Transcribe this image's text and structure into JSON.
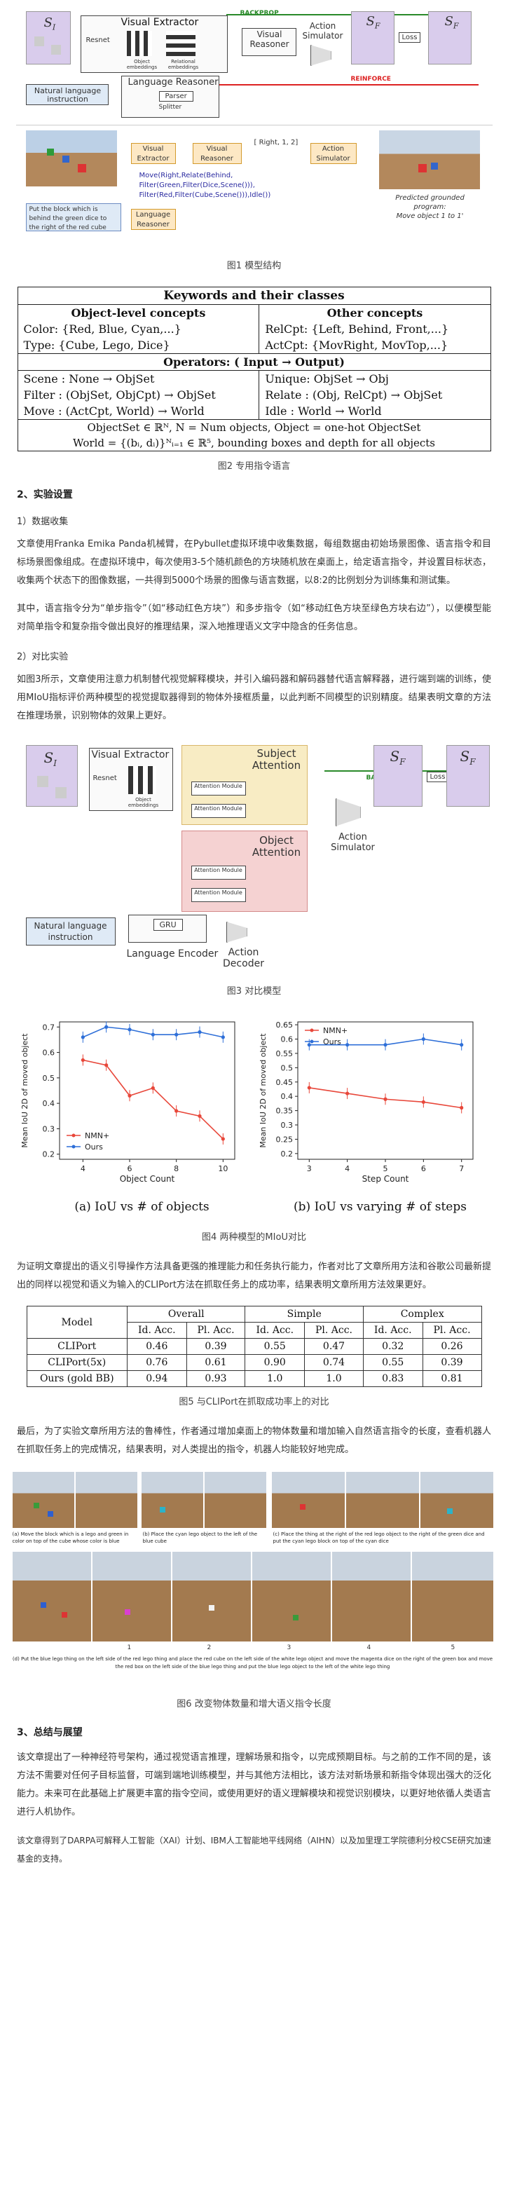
{
  "fig1": {
    "s_i": "S",
    "s_i_sub": "I",
    "visual_extractor": "Visual Extractor",
    "resnet": "Resnet",
    "object_embeddings": "Object embeddings",
    "relational_embeddings": "Relational embeddings",
    "backprop": "BACKPROP",
    "visual_reasoner": "Visual Reasoner",
    "action_simulator": "Action Simulator",
    "loss": "Loss",
    "reinforce": "REINFORCE",
    "natural_language_instruction": "Natural language instruction",
    "language_reasoner": "Language Reasoner",
    "parser": "Parser",
    "splitter": "Splitter",
    "s_f_hat": "S",
    "s_f_hat_sub": "F",
    "s_f": "S",
    "s_f_sub": "F",
    "bot_visual_extractor": "Visual Extractor",
    "bot_visual_reasoner": "Visual Reasoner",
    "bot_action_simulator": "Action Simulator",
    "bot_language_reasoner": "Language Reasoner",
    "right_label": "[ Right, 1, 2]",
    "program_line1": "Move(Right,Relate(Behind,",
    "program_line2": "Filter(Green,Filter(Dice,Scene())),",
    "program_line3": "Filter(Red,Filter(Cube,Scene())),Idle())",
    "instruction": "Put the block which is behind the green dice to the right of the red cube",
    "predicted_line1": "Predicted grounded program:",
    "predicted_line2": "Move object 1 to 1'"
  },
  "caption1": "图1 模型结构",
  "kw_table": {
    "title": "Keywords and their classes",
    "obj_header": "Object-level concepts",
    "other_header": "Other concepts",
    "color_row": "Color: {Red, Blue, Cyan,...}",
    "relcpt_row": "RelCpt: {Left, Behind, Front,...}",
    "type_row": "Type: {Cube, Lego, Dice}",
    "actcpt_row": "ActCpt: {MovRight, MovTop,...}",
    "ops_title": "Operators: ( Input → Output)",
    "scene_row": "Scene : None → ObjSet",
    "unique_row": "Unique: ObjSet → Obj",
    "filter_row": "Filter : (ObjSet, ObjCpt) → ObjSet",
    "relate_row": "Relate : (Obj, RelCpt) → ObjSet",
    "move_row": "Move : (ActCpt, World) → World",
    "idle_row": "Idle : World → World",
    "objset_row": "ObjectSet ∈ ℝᴺ, N = Num objects, Object = one-hot ObjectSet",
    "world_row": "World = {(bᵢ, dᵢ)}ᴺᵢ₌₁ ∈ ℝ⁵, bounding boxes and depth for all objects"
  },
  "caption2": "图2 专用指令语言",
  "sec2_title": "2、实验设置",
  "sec2_1": "1）数据收集",
  "para1": "文章使用Franka Emika Panda机械臂，在Pybullet虚拟环境中收集数据，每组数据由初始场景图像、语言指令和目标场景图像组成。在虚拟环境中，每次使用3-5个随机颜色的方块随机放在桌面上，给定语言指令，并设置目标状态，收集两个状态下的图像数据，一共得到5000个场景的图像与语言数据，以8:2的比例划分为训练集和测试集。",
  "para2": "其中，语言指令分为“单步指令”（如“移动红色方块”）和多步指令（如“移动红色方块至绿色方块右边”），以便模型能对简单指令和复杂指令做出良好的推理结果，深入地推理语义文字中隐含的任务信息。",
  "sec2_2": "2）对比实验",
  "para3": "如图3所示，文章使用注意力机制替代视觉解释模块，并引入编码器和解码器替代语言解释器，进行端到端的训练，使用MIoU指标评价两种模型的视觉提取器得到的物体外接框质量，以此判断不同模型的识别精度。结果表明文章的方法在推理场景，识别物体的效果上更好。",
  "fig3": {
    "s_i": "S",
    "s_i_sub": "I",
    "visual_extractor": "Visual Extractor",
    "resnet": "Resnet",
    "object_embeddings": "Object embeddings",
    "subject_attention": "Subject Attention",
    "object_attention": "Object Attention",
    "attention_module": "Attention Module",
    "backprop": "BACKPROP",
    "action_simulator": "Action Simulator",
    "loss": "Loss",
    "natural_language_instruction": "Natural language instruction",
    "gru": "GRU",
    "language_encoder": "Language Encoder",
    "action_decoder": "Action Decoder",
    "s_f_hat": "S",
    "s_f_hat_sub": "F",
    "s_f": "S",
    "s_f_sub": "F"
  },
  "caption3": "图3 对比模型",
  "chart_data": [
    {
      "type": "line",
      "ylabel": "Mean IoU 2D of moved object",
      "xlabel": "Object Count",
      "x": [
        4,
        5,
        6,
        7,
        8,
        9,
        10
      ],
      "xlim": [
        3,
        10.5
      ],
      "ylim": [
        0.18,
        0.72
      ],
      "yticks": [
        0.2,
        0.3,
        0.4,
        0.5,
        0.6,
        0.7
      ],
      "xticks": [
        4,
        6,
        8,
        10
      ],
      "legend": "bottom-left",
      "series": [
        {
          "name": "NMN+",
          "values": [
            0.57,
            0.55,
            0.43,
            0.46,
            0.37,
            0.35,
            0.26
          ],
          "color": "#e8473a"
        },
        {
          "name": "Ours",
          "values": [
            0.66,
            0.7,
            0.69,
            0.67,
            0.67,
            0.68,
            0.66
          ],
          "color": "#2e6fd8"
        }
      ],
      "subcaption": "(a) IoU vs # of objects"
    },
    {
      "type": "line",
      "ylabel": "Mean IoU 2D of moved object",
      "xlabel": "Step Count",
      "x": [
        3,
        4,
        5,
        6,
        7
      ],
      "xlim": [
        2.7,
        7.3
      ],
      "ylim": [
        0.18,
        0.66
      ],
      "yticks": [
        0.2,
        0.25,
        0.3,
        0.35,
        0.4,
        0.45,
        0.5,
        0.55,
        0.6,
        0.65
      ],
      "xticks": [
        3,
        4,
        5,
        6,
        7
      ],
      "legend": "top-left",
      "series": [
        {
          "name": "NMN+",
          "values": [
            0.43,
            0.41,
            0.39,
            0.38,
            0.36
          ],
          "color": "#e8473a"
        },
        {
          "name": "Ours",
          "values": [
            0.58,
            0.58,
            0.58,
            0.6,
            0.58
          ],
          "color": "#2e6fd8"
        }
      ],
      "subcaption": "(b) IoU vs varying # of steps"
    }
  ],
  "caption4": "图4 两种模型的MIoU对比",
  "para4": "为证明文章提出的语义引导操作方法具备更强的推理能力和任务执行能力，作者对比了文章所用方法和谷歌公司最新提出的同样以视觉和语义为输入的CLIPort方法在抓取任务上的成功率，结果表明文章所用方法效果更好。",
  "res_table": {
    "model": "Model",
    "overall": "Overall",
    "simple": "Simple",
    "complex": "Complex",
    "id_acc": "Id. Acc.",
    "pl_acc": "Pl. Acc.",
    "rows": [
      {
        "name": "CLIPort",
        "v": [
          "0.46",
          "0.39",
          "0.55",
          "0.47",
          "0.32",
          "0.26"
        ]
      },
      {
        "name": "CLIPort(5x)",
        "v": [
          "0.76",
          "0.61",
          "0.90",
          "0.74",
          "0.55",
          "0.39"
        ]
      },
      {
        "name": "Ours (gold BB)",
        "v": [
          "0.94",
          "0.93",
          "1.0",
          "1.0",
          "0.83",
          "0.81"
        ]
      }
    ]
  },
  "caption5": "图5 与CLIPort在抓取成功率上的对比",
  "para5": "最后，为了实验文章所用方法的鲁棒性，作者通过增加桌面上的物体数量和增加输入自然语言指令的长度，查看机器人在抓取任务上的完成情况，结果表明，对人类提出的指令，机器人均能较好地完成。",
  "fig6": {
    "a": "(a) Move the block which is a lego and green in color on top of the cube whose color is blue",
    "b": "(b) Place the cyan lego object to the left of the blue cube",
    "c": "(c) Place the thing at the right of the red lego object to the right of the green dice and put the cyan lego block on top of the cyan dice",
    "d": "(d) Put the blue lego thing on the left side of the red lego thing and place the red cube on the left side of the white lego object and move the magenta dice on the right of the green box and move the red box on the left side of the blue lego thing and put the blue lego object to the left of the white lego thing",
    "n1": "1",
    "n2": "2",
    "n3": "3",
    "n4": "4",
    "n5": "5"
  },
  "caption6": "图6 改变物体数量和增大语义指令长度",
  "sec3_title": "3、总结与展望",
  "para6": "该文章提出了一种神经符号架构，通过视觉语言推理，理解场景和指令，以完成预期目标。与之前的工作不同的是，该方法不需要对任何子目标监督，可端到端地训练模型，并与其他方法相比，该方法对新场景和新指令体现出强大的泛化能力。未来可在此基础上扩展更丰富的指令空间，或使用更好的语义理解模块和视觉识别模块，以更好地依循人类语言进行人机协作。",
  "para7": "该文章得到了DARPA可解释人工智能（XAI）计划、IBM人工智能地平线网络（AIHN）以及加里理工学院德利分校CSE研究加速基金的支持。"
}
